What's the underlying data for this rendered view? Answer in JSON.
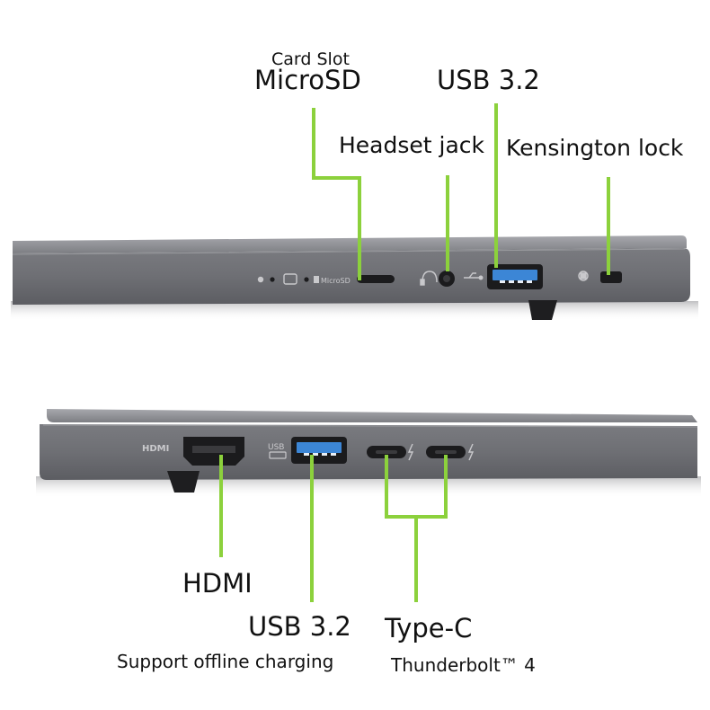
{
  "colors": {
    "leader": "#8cd13c",
    "chassis": "#6f7075",
    "chassis_dark": "#55565b",
    "port": "#1b1b1d",
    "usb_blue": "#3c86d6"
  },
  "labels": {
    "card_slot": "Card Slot",
    "microsd": "MicroSD",
    "usb_top": "USB 3.2",
    "headset": "Headset jack",
    "kensington": "Kensington lock",
    "hdmi": "HDMI",
    "usb_bottom": "USB 3.2",
    "usb_bottom_sub": "Support offline charging",
    "typec": "Type-C",
    "typec_sub": "Thunderbolt™ 4"
  },
  "chassis_text": {
    "microsd_mark": "MicroSD",
    "hdmi_mark": "HDMI",
    "usb_mark": "USB"
  }
}
